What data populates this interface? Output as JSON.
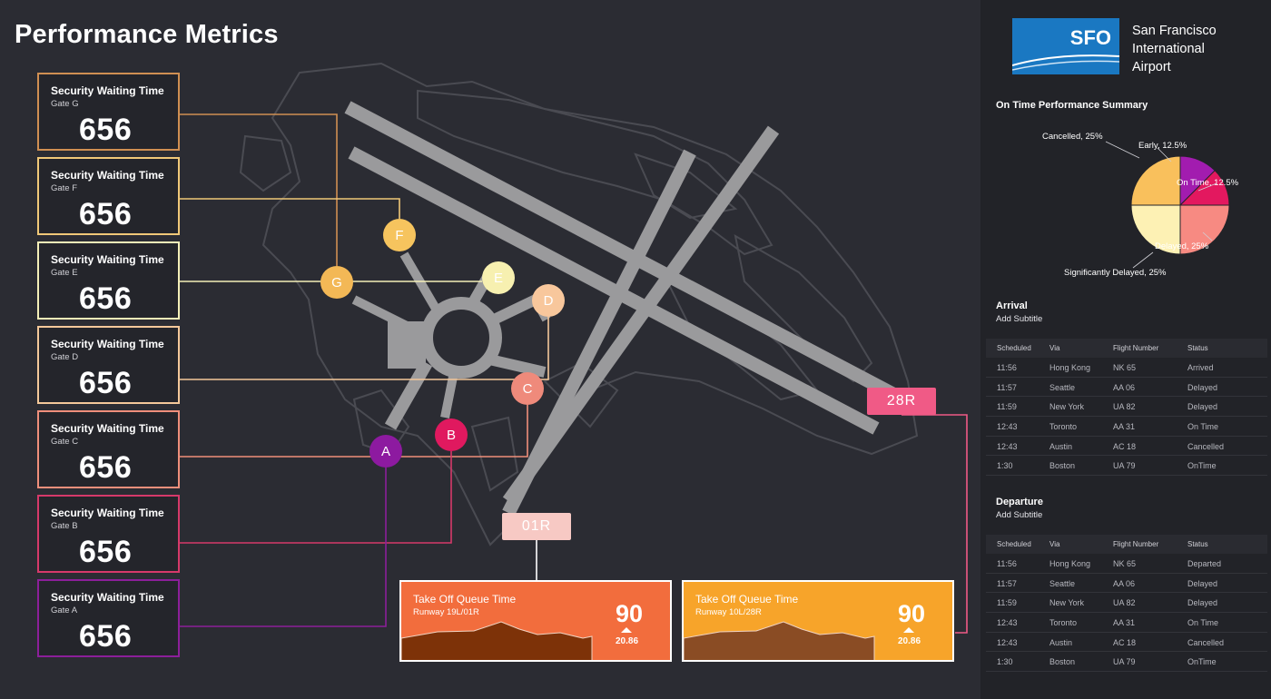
{
  "page_title": "Performance Metrics",
  "gate_cards": [
    {
      "title": "Security Waiting Time",
      "gate": "Gate G",
      "value": "656",
      "color": "#d08f52"
    },
    {
      "title": "Security Waiting Time",
      "gate": "Gate F",
      "value": "656",
      "color": "#f0c878"
    },
    {
      "title": "Security Waiting Time",
      "gate": "Gate E",
      "value": "656",
      "color": "#f4efb8"
    },
    {
      "title": "Security Waiting Time",
      "gate": "Gate D",
      "value": "656",
      "color": "#f4c89a"
    },
    {
      "title": "Security Waiting Time",
      "gate": "Gate C",
      "value": "656",
      "color": "#ef8f7b"
    },
    {
      "title": "Security Waiting Time",
      "gate": "Gate B",
      "value": "656",
      "color": "#d6396a"
    },
    {
      "title": "Security Waiting Time",
      "gate": "Gate A",
      "value": "656",
      "color": "#8c1f9a"
    }
  ],
  "gate_markers": [
    {
      "label": "G",
      "color": "#f3b856"
    },
    {
      "label": "F",
      "color": "#f6c45e"
    },
    {
      "label": "E",
      "color": "#f7f0b0"
    },
    {
      "label": "D",
      "color": "#f8c79c"
    },
    {
      "label": "C",
      "color": "#ef8a7b"
    },
    {
      "label": "B",
      "color": "#e0195f"
    },
    {
      "label": "A",
      "color": "#8d1aa0"
    }
  ],
  "runways": {
    "r28R": {
      "label": "28R",
      "color": "#f05a86"
    },
    "r01R": {
      "label": "01R",
      "color": "#f7c9c4"
    }
  },
  "queue_cards": [
    {
      "title": "Take Off Queue Time",
      "runway": "Runway 19L/01R",
      "value": "90",
      "delta": "20.86",
      "trend": "up",
      "bg": "#f26d3d",
      "area": "#7d3208"
    },
    {
      "title": "Take Off Queue Time",
      "runway": "Runway 10L/28R",
      "value": "90",
      "delta": "20.86",
      "trend": "up",
      "bg": "#f7a42a",
      "area": "#8a4c24"
    }
  ],
  "right_panel": {
    "logo_text": "SFO",
    "airport_name": [
      "San Francisco",
      "International",
      "Airport"
    ],
    "summary_title": "On Time Performance Summary",
    "pie": [
      {
        "label": "Early, 12.5%",
        "value": 12.5,
        "color": "#a21caf"
      },
      {
        "label": "On Time, 12.5%",
        "value": 12.5,
        "color": "#e3185f"
      },
      {
        "label": "Delayed, 25%",
        "value": 25,
        "color": "#f78a82"
      },
      {
        "label": "Significantly Delayed, 25%",
        "value": 25,
        "color": "#fdf1b4"
      },
      {
        "label": "Cancelled, 25%",
        "value": 25,
        "color": "#f9c05c"
      }
    ],
    "arrival": {
      "title": "Arrival",
      "subtitle": "Add Subtitle",
      "columns": [
        "Scheduled",
        "Via",
        "Flight Number",
        "Status"
      ],
      "rows": [
        [
          "11:56",
          "Hong Kong",
          "NK 65",
          "Arrived"
        ],
        [
          "11:57",
          "Seattle",
          "AA 06",
          "Delayed"
        ],
        [
          "11:59",
          "New York",
          "UA 82",
          "Delayed"
        ],
        [
          "12:43",
          "Toronto",
          "AA 31",
          "On Time"
        ],
        [
          "12:43",
          "Austin",
          "AC 18",
          "Cancelled"
        ],
        [
          "1:30",
          "Boston",
          "UA 79",
          "OnTime"
        ]
      ]
    },
    "departure": {
      "title": "Departure",
      "subtitle": "Add Subtitle",
      "columns": [
        "Scheduled",
        "Via",
        "Flight Number",
        "Status"
      ],
      "rows": [
        [
          "11:56",
          "Hong Kong",
          "NK 65",
          "Departed"
        ],
        [
          "11:57",
          "Seattle",
          "AA 06",
          "Delayed"
        ],
        [
          "11:59",
          "New York",
          "UA 82",
          "Delayed"
        ],
        [
          "12:43",
          "Toronto",
          "AA 31",
          "On Time"
        ],
        [
          "12:43",
          "Austin",
          "AC 18",
          "Cancelled"
        ],
        [
          "1:30",
          "Boston",
          "UA 79",
          "OnTime"
        ]
      ]
    }
  }
}
